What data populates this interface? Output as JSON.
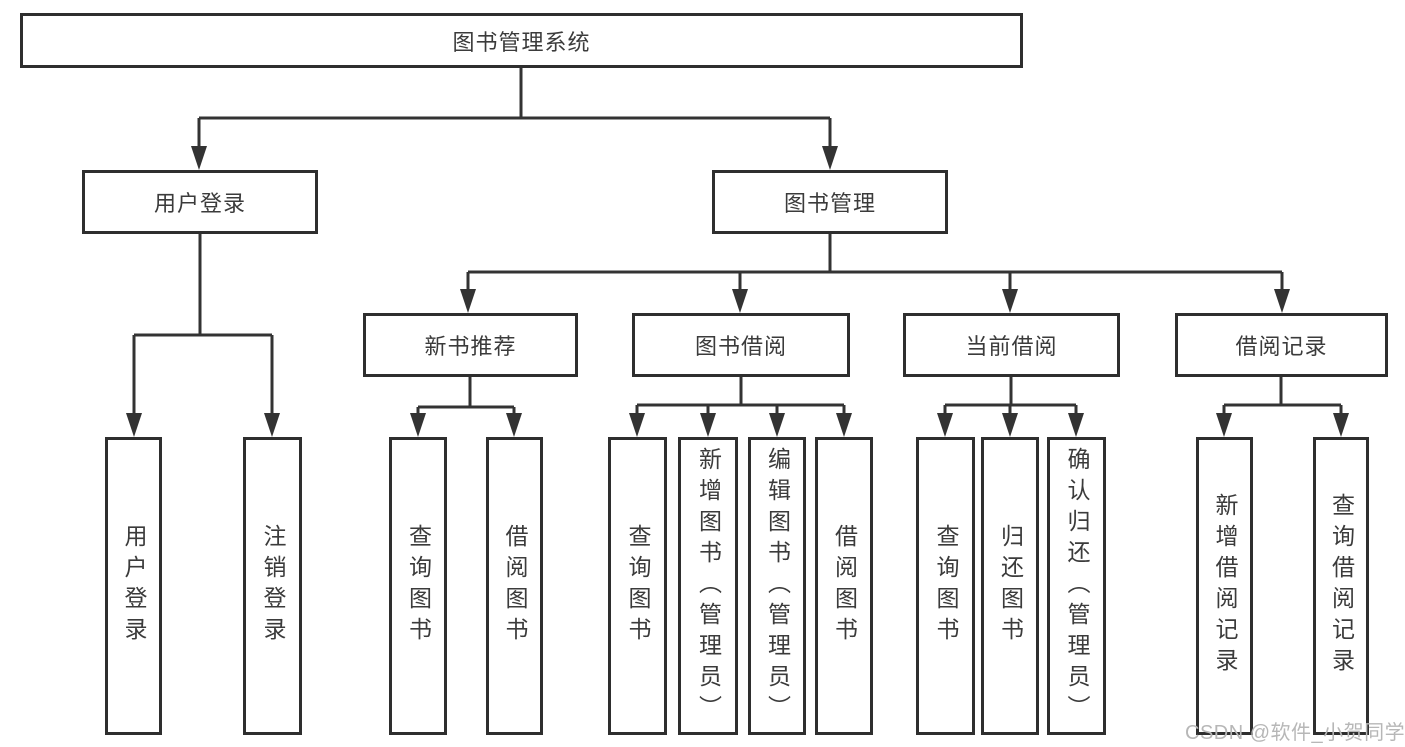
{
  "diagram": {
    "root": {
      "label": "图书管理系统"
    },
    "level2": {
      "user_login": {
        "label": "用户登录"
      },
      "book_mgmt": {
        "label": "图书管理"
      }
    },
    "level3": {
      "new_book_rec": {
        "label": "新书推荐"
      },
      "book_borrow": {
        "label": "图书借阅"
      },
      "current_borrow": {
        "label": "当前借阅"
      },
      "borrow_records": {
        "label": "借阅记录"
      }
    },
    "leaves": {
      "user_login": [
        "用户登录",
        "注销登录"
      ],
      "new_book_rec": [
        "查询图书",
        "借阅图书"
      ],
      "book_borrow": [
        "查询图书",
        "新增图书（管理员）",
        "编辑图书（管理员）",
        "借阅图书"
      ],
      "current_borrow": [
        "查询图书",
        "归还图书",
        "确认归还（管理员）"
      ],
      "borrow_records": [
        "新增借阅记录",
        "查询借阅记录"
      ]
    }
  },
  "watermark": "CSDN @软件_小贺同学",
  "colors": {
    "line": "#333333",
    "border": "#2e2e2e",
    "text": "#3b3b3b",
    "watermark": "#b7b7b7",
    "background": "#ffffff"
  }
}
